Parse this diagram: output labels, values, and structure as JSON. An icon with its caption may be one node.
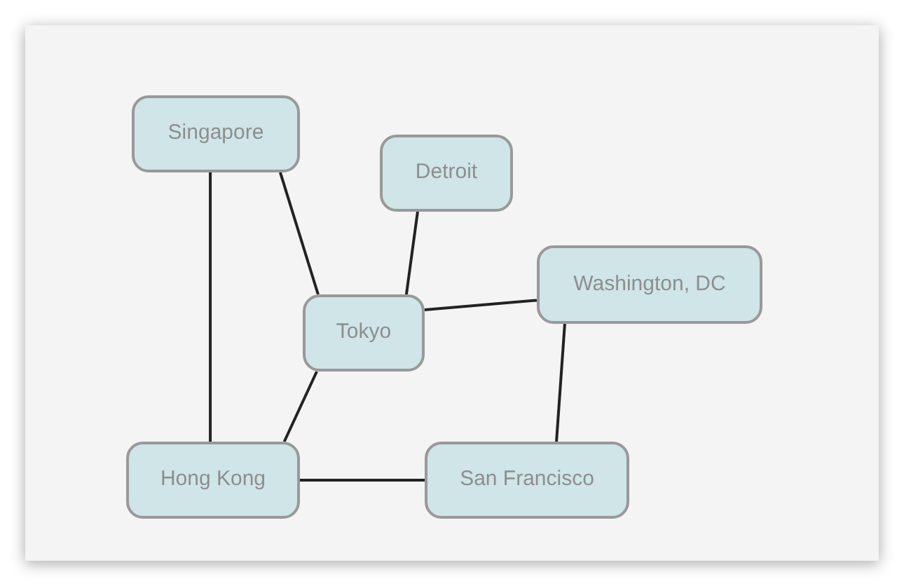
{
  "diagram": {
    "nodes": [
      {
        "text": [
          "Singapore"
        ]
      },
      {
        "text": [
          "Detroit"
        ]
      },
      {
        "text": [
          "Washington, DC"
        ]
      },
      {
        "text": [
          "Tokyo"
        ]
      },
      {
        "text": [
          "Hong Kong"
        ]
      },
      {
        "text": [
          "San Francisco"
        ]
      }
    ],
    "edges": [
      {
        "from": 0,
        "to": 4,
        "arrow": "none"
      },
      {
        "from": 0,
        "to": 3,
        "arrow": "none"
      },
      {
        "from": 1,
        "to": 3,
        "arrow": "none"
      },
      {
        "from": 3,
        "to": 2,
        "arrow": "none"
      },
      {
        "from": 3,
        "to": 4,
        "arrow": "none"
      },
      {
        "from": 2,
        "to": 5,
        "arrow": "none"
      },
      {
        "from": 4,
        "to": 5,
        "arrow": "none"
      }
    ]
  }
}
